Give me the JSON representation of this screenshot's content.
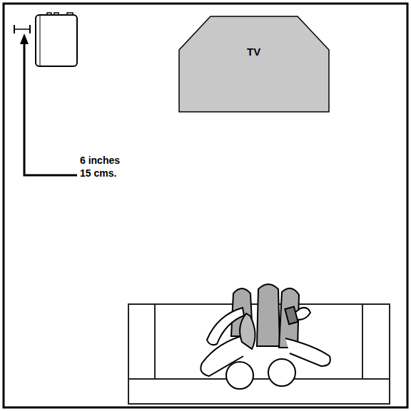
{
  "diagram": {
    "nodes": [
      {
        "text": [
          "TV"
        ]
      }
    ],
    "labels": [
      "6 inches",
      "15 cms."
    ]
  }
}
